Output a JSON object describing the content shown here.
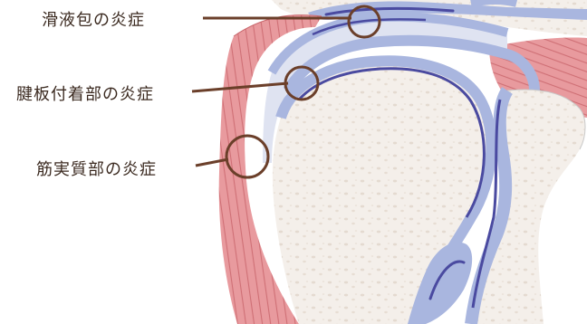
{
  "labels": {
    "bursa": "滑液包の炎症",
    "insertion": "腱板付着部の炎症",
    "substance": "筋実質部の炎症"
  },
  "colors": {
    "muscle": "#e89a9e",
    "muscle_stripe": "#c9666c",
    "synovium": "#a9b6df",
    "bursa_line": "#4a4aa0",
    "cartilage": "#dfe3f1",
    "bone": "#f4efea",
    "bone_dots": "#e2d8cf",
    "leader": "#6b3f2a"
  }
}
